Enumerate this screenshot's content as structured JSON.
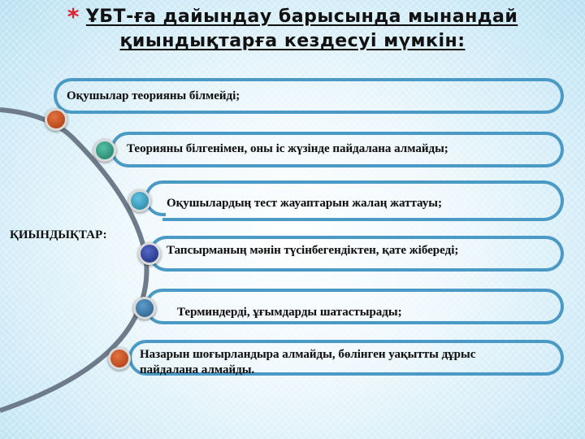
{
  "title": {
    "bullet_icon": "asterisk",
    "line1": "ҰБТ-ға дайындау барысында мынандай",
    "line2": "қиындықтарға кездесуі мүмкін:",
    "bullet_color": "#e0232d"
  },
  "diagram": {
    "side_label": "ҚИЫНДЫҚТАР:",
    "connector_color": "#6e7b8b",
    "bar_border_color": "#4b9ac6",
    "items": [
      {
        "text": "Оқушылар теорияны білмейді;",
        "marker_color": "#c8501e"
      },
      {
        "text": "Теорияны білгенімен, оны іс жүзінде пайдалана алмайды;",
        "marker_color": "#2f9a80"
      },
      {
        "text": "Оқушылардың тест жауаптарын жалаң жаттауы;",
        "marker_color": "#36a2c6"
      },
      {
        "text": "Тапсырманың мәнін түсінбегендіктен, қате жібереді;",
        "marker_color": "#2c3f9c"
      },
      {
        "text": "Терминдерді, ұғымдарды шатастырады;",
        "marker_color": "#3a78a8"
      },
      {
        "text_line1": "Назарын шоғырландыра алмайды, бөлінген уақытты дұрыс",
        "text_line2": "пайдалана алмайды.",
        "marker_color": "#c8501e"
      }
    ]
  }
}
